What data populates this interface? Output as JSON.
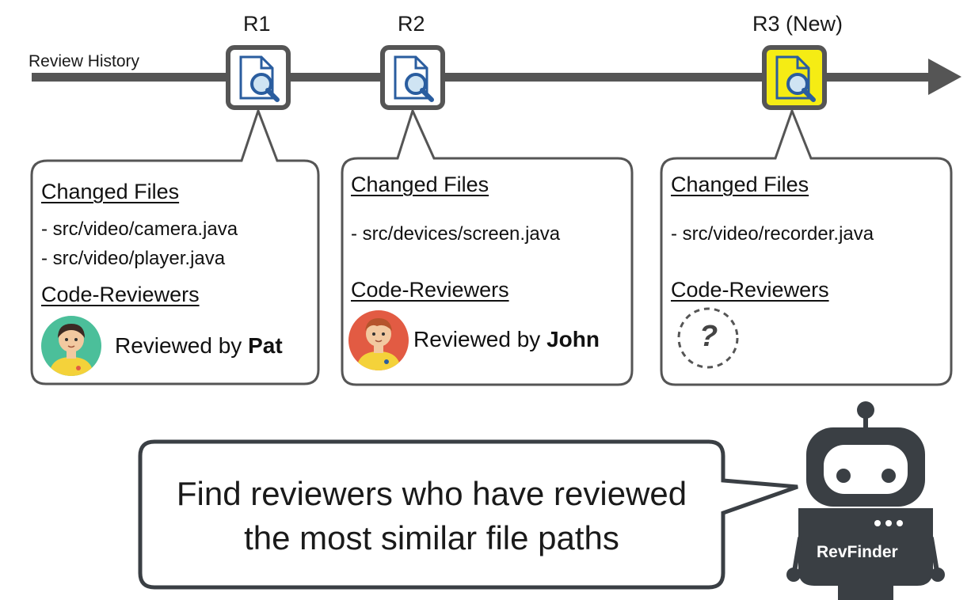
{
  "timeline": {
    "label": "Review History",
    "reviews": [
      {
        "id": "R1",
        "label": "R1",
        "highlighted": false,
        "section_files": "Changed Files",
        "files": [
          "- src/video/camera.java",
          "- src/video/player.java"
        ],
        "section_reviewers": "Code-Reviewers",
        "reviewed_prefix": "Reviewed by ",
        "reviewer": "Pat",
        "avatar_color": "#4bbf9a"
      },
      {
        "id": "R2",
        "label": "R2",
        "highlighted": false,
        "section_files": "Changed Files",
        "files": [
          "- src/devices/screen.java"
        ],
        "section_reviewers": "Code-Reviewers",
        "reviewed_prefix": "Reviewed by ",
        "reviewer": "John",
        "avatar_color": "#e25b43"
      },
      {
        "id": "R3",
        "label": "R3 (New)",
        "highlighted": true,
        "section_files": "Changed Files",
        "files": [
          "- src/video/recorder.java"
        ],
        "section_reviewers": "Code-Reviewers",
        "unknown_reviewer": "?"
      }
    ]
  },
  "bubble": {
    "line1": "Find reviewers who have reviewed",
    "line2": "the most similar file paths"
  },
  "robot": {
    "name": "RevFinder"
  },
  "colors": {
    "arrow": "#555555",
    "box_border": "#555555",
    "icon_blue": "#2a5d9f",
    "highlight": "#f5ec14",
    "robot": "#3a3f44"
  }
}
